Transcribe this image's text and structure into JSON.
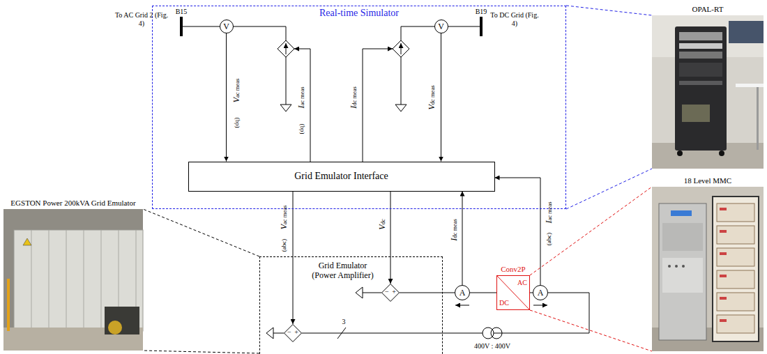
{
  "diagram": {
    "nodes": [
      {
        "text": [
          "Real-time Simulator"
        ]
      },
      {
        "text": [
          "V"
        ],
        "in": 0
      },
      {
        "text": [
          "V"
        ],
        "in": 0
      },
      {
        "text": [
          "Grid Emulator Interface"
        ],
        "in": 0
      },
      {
        "text": [
          "Grid Emulator (Power Amplifier)"
        ]
      },
      {
        "text": [
          "−",
          "+"
        ],
        "in": 4
      },
      {
        "text": [
          "−",
          "+"
        ],
        "in": 4
      },
      {
        "text": [
          "A"
        ]
      },
      {
        "text": [
          "Conv2P",
          "AC",
          "DC"
        ]
      },
      {
        "text": [
          "A"
        ]
      },
      {
        "text": [
          "OPAL-RT"
        ]
      },
      {
        "text": [
          "18 Level MMC"
        ]
      },
      {
        "text": [
          "EGSTON Power 200kVA Grid Emulator"
        ]
      }
    ],
    "edges": [
      {
        "from": 1,
        "to": 3,
        "arrow": "to"
      },
      {
        "from": 2,
        "to": 3,
        "arrow": "to"
      },
      {
        "from": 3,
        "to": 6,
        "arrow": "to"
      },
      {
        "from": 3,
        "to": 5,
        "arrow": "to"
      },
      {
        "from": 7,
        "to": 3,
        "arrow": "to"
      },
      {
        "from": 9,
        "to": 3,
        "arrow": "to"
      },
      {
        "from": 5,
        "to": 7,
        "arrow": "none"
      },
      {
        "from": 7,
        "to": 8,
        "arrow": "none"
      },
      {
        "from": 8,
        "to": 9,
        "arrow": "none"
      },
      {
        "from": 9,
        "to": 6,
        "arrow": "none"
      }
    ],
    "labels": [
      "B15",
      "To AC Grid 2 (Fig. 4)",
      "B19",
      "To DC Grid (Fig. 4)",
      "Vac meas",
      "(dq)",
      "Iac meas",
      "(dq)",
      "Idc meas",
      "Vdc meas",
      "Vac meas",
      "(abc)",
      "Vdc",
      "Idc meas",
      "Iac meas",
      "(abc)",
      "3",
      "400V : 400V"
    ]
  }
}
